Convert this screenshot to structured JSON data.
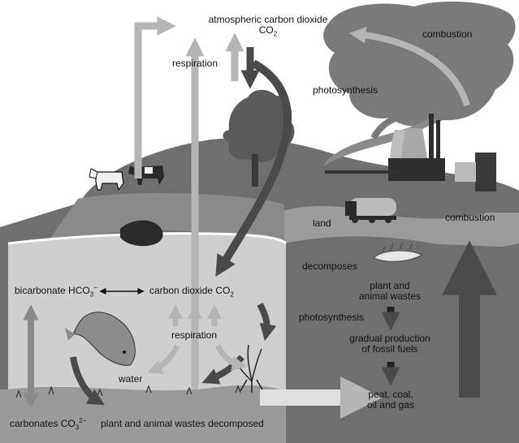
{
  "labels": {
    "atmospheric_co2_line1": "atmospheric carbon dioxide",
    "atmospheric_co2_line2_base": "CO",
    "atmospheric_co2_line2_sub": "2",
    "combustion_top": "combustion",
    "respiration_top": "respiration",
    "photosynthesis_top": "photosynthesis",
    "land": "land",
    "combustion_right": "combustion",
    "decomposes": "decomposes",
    "bicarbonate_base": "bicarbonate HCO",
    "bicarbonate_sub": "3",
    "bicarbonate_sup": "−",
    "carbon_dioxide_water_base": "carbon dioxide CO",
    "carbon_dioxide_water_sub": "2",
    "plant_and_animal_wastes": "plant and\nanimal wastes",
    "photosynthesis_water": "photosynthesis",
    "respiration_water": "respiration",
    "water": "water",
    "gradual_production": "gradual production\nof fossil fuels",
    "peat_coal": "peat, coal,\noil and gas",
    "carbonates_base": "carbonates CO",
    "carbonates_sub": "3",
    "carbonates_sup": "2−",
    "wastes_decomposed": "plant and animal wastes decomposed"
  },
  "colors": {
    "sky": "#ffffff",
    "land": "#6f6f6f",
    "cliff": "#8a8a8a",
    "water": "#cfcfcf",
    "sediment": "#9a9a9a",
    "arrow_light": "#b5b5b5",
    "arrow_dark": "#4a4a4a",
    "smoke": "#7a7a7a",
    "ink": "#111111"
  }
}
